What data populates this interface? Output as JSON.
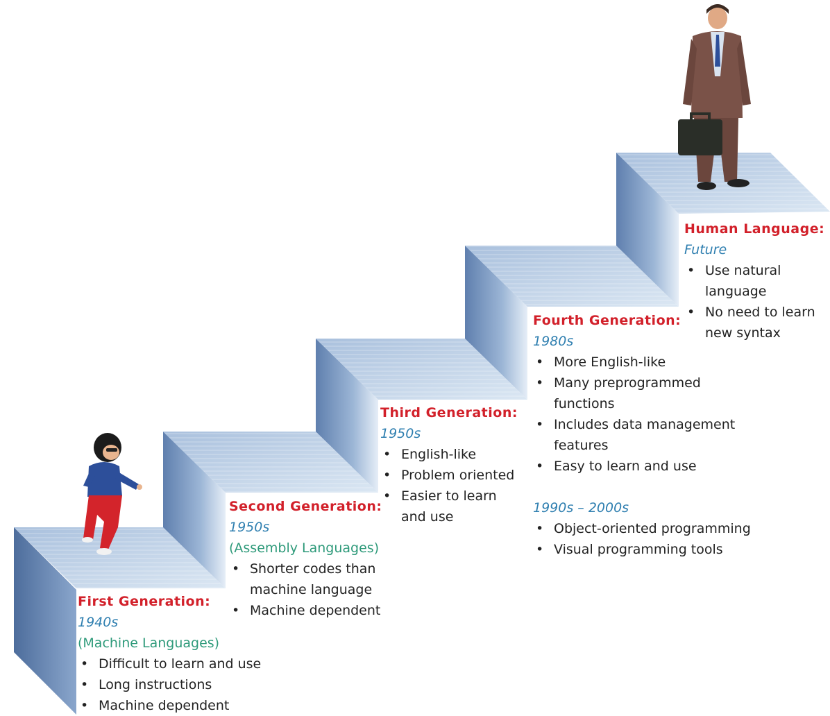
{
  "generations": [
    {
      "title": "First Generation:",
      "era": "1940s",
      "subtitle": "(Machine Languages)",
      "bullets": [
        "Difficult to learn and use",
        "Long instructions",
        "Machine dependent"
      ]
    },
    {
      "title": "Second Generation:",
      "era": "1950s",
      "subtitle": "(Assembly Languages)",
      "bullets": [
        "Shorter codes than",
        "machine language",
        "Machine dependent"
      ]
    },
    {
      "title": "Third Generation:",
      "era": "1950s",
      "bullets": [
        "English-like",
        "Problem oriented",
        "Easier to learn",
        "and use"
      ]
    },
    {
      "title": "Fourth Generation:",
      "era": "1980s",
      "bullets": [
        "More English-like",
        "Many preprogrammed",
        "functions",
        "Includes data management",
        "features",
        "Easy to learn and use"
      ],
      "era2": "1990s – 2000s",
      "bullets2": [
        "Object-oriented programming",
        "Visual programming tools"
      ]
    },
    {
      "title": "Human Language:",
      "era": "Future",
      "bullets": [
        "Use natural",
        "language",
        "No need to learn",
        "new syntax"
      ]
    }
  ],
  "colors": {
    "title": "#d2202a",
    "era": "#2f7fb0",
    "subtitle": "#2e9a7a",
    "stair_top": "#b9cfe6",
    "stair_front": "#7f9fc6"
  }
}
